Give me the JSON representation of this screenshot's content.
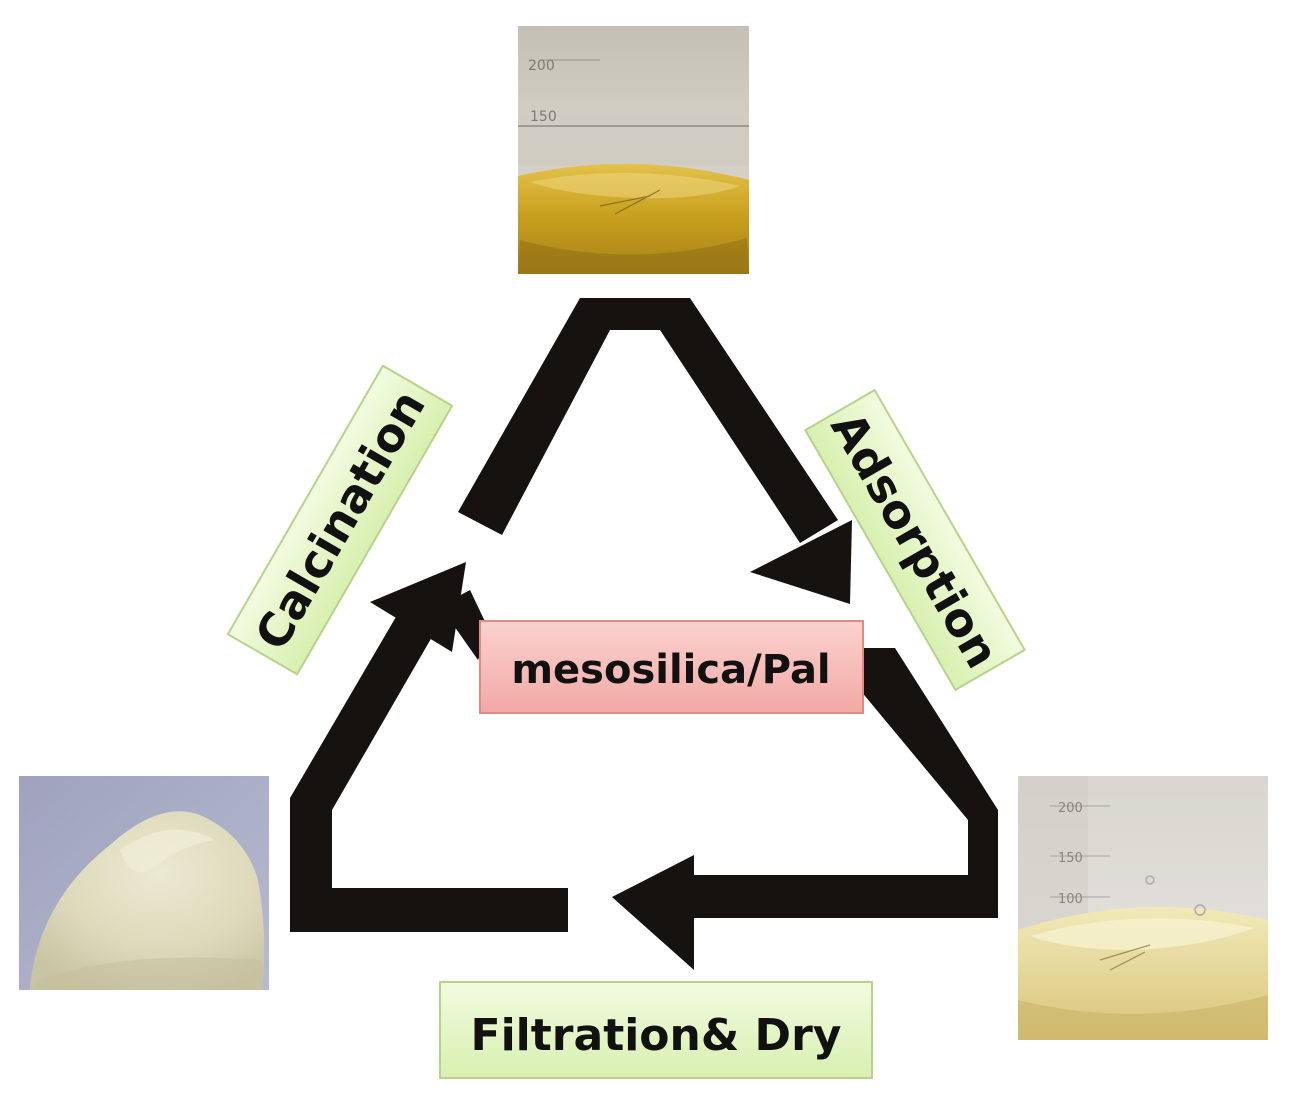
{
  "center_label": "mesosilica/Pal",
  "steps": [
    {
      "label": "Adsorption"
    },
    {
      "label": "Filtration& Dry"
    },
    {
      "label": "Calcination"
    }
  ],
  "photo_marks": {
    "top_beaker": [
      "200",
      "150"
    ],
    "right_beaker": [
      "200",
      "150",
      "100"
    ]
  },
  "colors": {
    "arrow": "#161210",
    "step_box_fill": "#e6f7c6",
    "step_box_border": "#b5d48a",
    "center_box_fill": "#f6b7b3",
    "center_box_border": "#e38884",
    "solution_dark": "#c79e1c",
    "solution_light": "#eadf9c",
    "powder": "#ddd9ba"
  }
}
